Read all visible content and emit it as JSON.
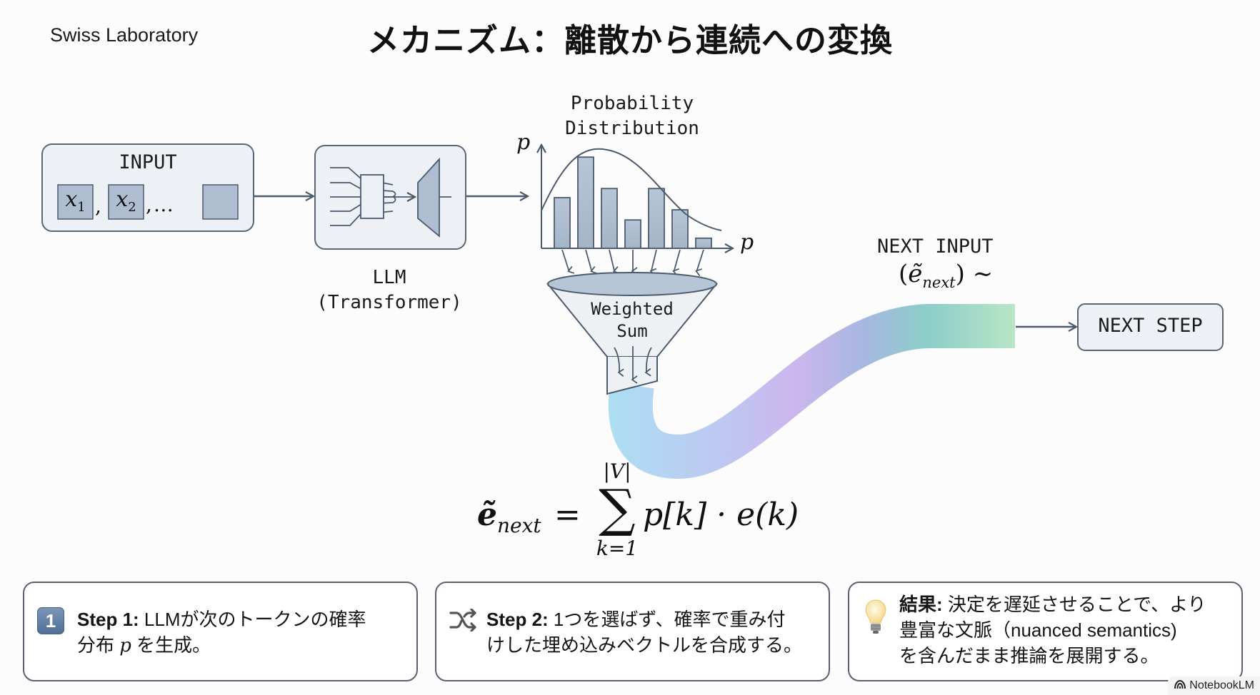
{
  "header": {
    "brand": "Swiss Laboratory",
    "title": "メカニズム：離散から連続への変換"
  },
  "diagram": {
    "input_box": {
      "label": "INPUT",
      "tokens": [
        "x",
        "x"
      ],
      "token_subscripts": [
        "1",
        "2"
      ],
      "separator": ",",
      "ellipsis": "…"
    },
    "llm_box": {
      "label_line1": "LLM",
      "label_line2": "(Transformer)",
      "icon": "transformer-icon"
    },
    "distribution": {
      "title_line1": "Probability",
      "title_line2": "Distribution",
      "y_axis_label": "p",
      "x_axis_label": "p",
      "bar_values": [
        0.5,
        0.9,
        0.59,
        0.28,
        0.59,
        0.38,
        0.1
      ],
      "curve": "smooth bell-shaped envelope peaking near bar 2"
    },
    "funnel": {
      "label_line1": "Weighted",
      "label_line2": "Sum"
    },
    "next_input": {
      "label": "NEXT INPUT",
      "math_symbol": "ẽ",
      "math_subscript": "next",
      "trailing": "∼"
    },
    "next_step": {
      "label": "NEXT STEP"
    },
    "ribbon_colors": [
      "#a9dcf2",
      "#c9b3ec",
      "#86cbc6",
      "#b5e4c4"
    ],
    "line_color": "#4c5a6e",
    "fill_color": "#a9b9cc",
    "box_fill": "#edf1f5"
  },
  "formula": {
    "lhs_symbol": "ẽ",
    "lhs_subscript": "next",
    "equals": "=",
    "sum_upper": "|V|",
    "sum_lower": "k=1",
    "sigma": "∑",
    "term": "p[k] · e(k)"
  },
  "cards": [
    {
      "icon": "keycap-1-icon",
      "icon_text": "1",
      "bold": "Step 1:",
      "text_line1": " LLMが次のトークンの確率",
      "text_line2_pre": "分布 ",
      "text_line2_math": "p",
      "text_line2_post": " を生成。"
    },
    {
      "icon": "shuffle-icon",
      "bold": "Step 2:",
      "text_line1": " 1つを選ばず、確率で重み付",
      "text_line2": "けした埋め込みベクトルを合成する。"
    },
    {
      "icon": "lightbulb-icon",
      "bold": "結果:",
      "text_line1": " 決定を遅延させることで、より",
      "text_line2": "豊富な文脈（nuanced semantics)",
      "text_line3": "を含んだまま推論を展開する。"
    }
  ],
  "watermark": {
    "label": "NotebookLM"
  }
}
